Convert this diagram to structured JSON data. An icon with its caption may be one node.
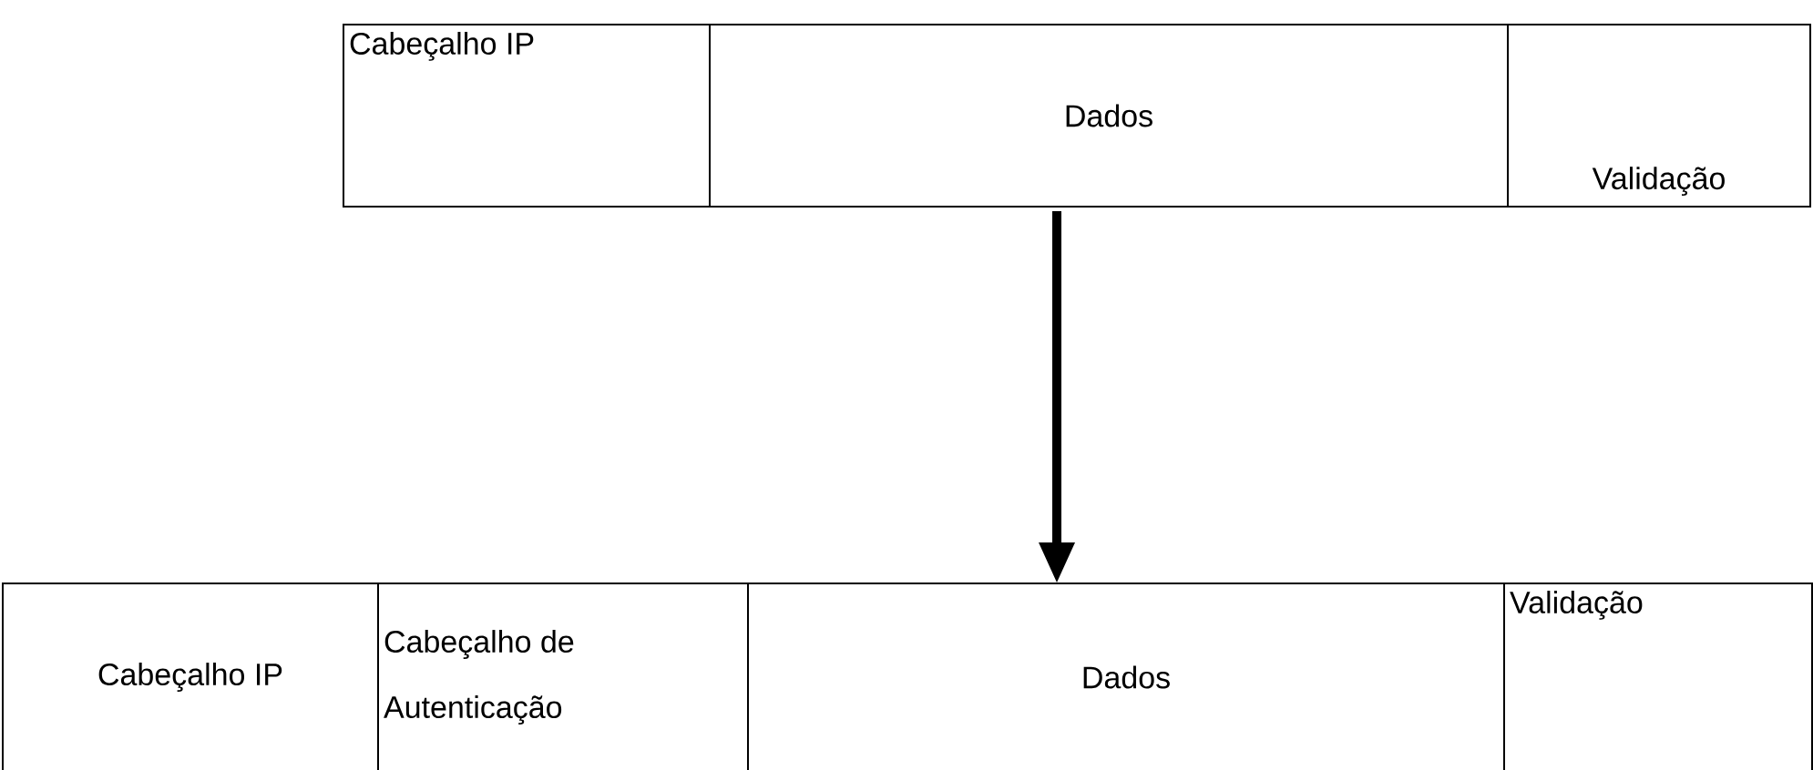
{
  "diagram": {
    "nodes": [
      {
        "text": [
          "Cabeçalho IP"
        ]
      },
      {
        "text": [
          "Dados"
        ]
      },
      {
        "text": [
          "Validação"
        ]
      },
      {
        "text": [
          "Cabeçalho IP"
        ]
      },
      {
        "text": [
          "Cabeçalho de Autenticação"
        ]
      },
      {
        "text": [
          "Dados"
        ]
      },
      {
        "text": [
          "Validação"
        ]
      }
    ],
    "edges": [
      {
        "from": 1,
        "to": 5,
        "arrow": "to",
        "style": "thick"
      }
    ]
  }
}
